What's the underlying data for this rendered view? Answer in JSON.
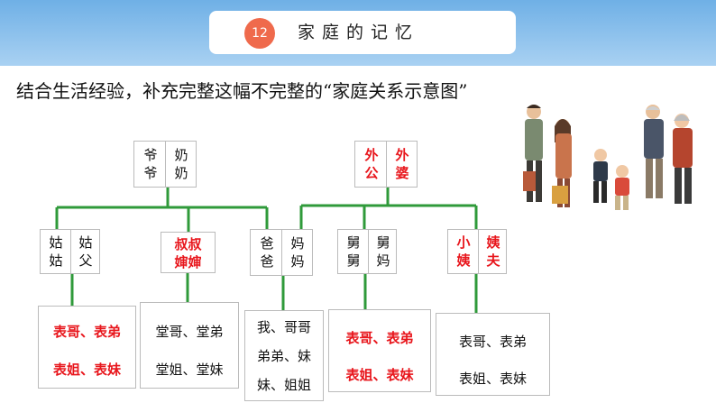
{
  "header": {
    "lesson_number": "12",
    "lesson_title": "家庭的记忆"
  },
  "instruction": "结合生活经验，补充完整这幅不完整的“家庭关系示意图”",
  "colors": {
    "banner": "#8cc2ee",
    "badge": "#ef6a4c",
    "line": "#2f9a3a",
    "highlight": "#e8161c"
  },
  "tree": {
    "paternal_grandparents": {
      "left": "爷\n爷",
      "right": "奶\n奶"
    },
    "maternal_grandparents": {
      "left": "外\n公",
      "right": "外\n婆"
    },
    "aunt_uncle_1": {
      "left": "姑\n姑",
      "right": "姑\n父"
    },
    "aunt_uncle_2": {
      "text": "叔叔\n婶婶"
    },
    "parents": {
      "left": "爸\n爸",
      "right": "妈\n妈"
    },
    "uncle_aunt_3": {
      "left": "舅\n舅",
      "right": "舅\n妈"
    },
    "aunt_uncle_4": {
      "left": "小\n姨",
      "right": "姨\n夫"
    }
  },
  "children": {
    "group1": {
      "line1": "表哥、表弟",
      "line2": "表姐、表妹"
    },
    "group2": {
      "line1": "堂哥、堂弟",
      "line2": "堂姐、堂妹"
    },
    "group3": {
      "line1": "我、哥哥",
      "line2": "弟弟、妹",
      "line3": "妹、姐姐"
    },
    "group4": {
      "line1": "表哥、表弟",
      "line2": "表姐、表妹"
    },
    "group5": {
      "line1": "表哥、表弟",
      "line2": "表姐、表妹"
    }
  },
  "illustration": {
    "icon": "family-greeting-illustration"
  }
}
